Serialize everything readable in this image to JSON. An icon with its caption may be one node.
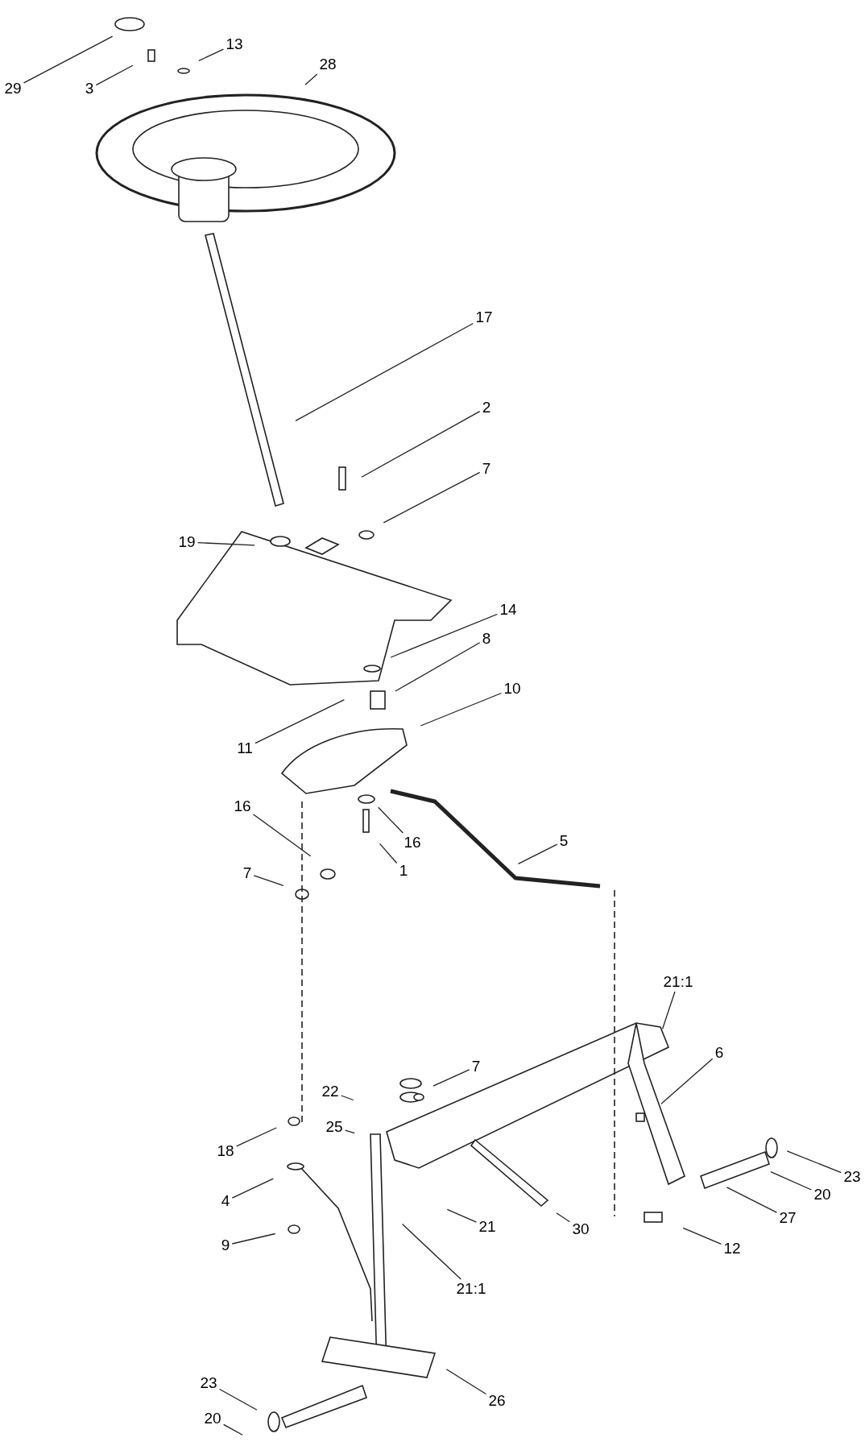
{
  "diagram": {
    "nodes": [
      {
        "text": [
          "29"
        ]
      },
      {
        "text": [
          "3"
        ]
      },
      {
        "text": [
          "13"
        ]
      },
      {
        "text": [
          "28"
        ]
      },
      {
        "text": [
          "17"
        ]
      },
      {
        "text": [
          "2"
        ]
      },
      {
        "text": [
          "7"
        ]
      },
      {
        "text": [
          "19"
        ]
      },
      {
        "text": [
          "14"
        ]
      },
      {
        "text": [
          "8"
        ]
      },
      {
        "text": [
          "10"
        ]
      },
      {
        "text": [
          "11"
        ]
      },
      {
        "text": [
          "16"
        ]
      },
      {
        "text": [
          "16"
        ]
      },
      {
        "text": [
          "7"
        ]
      },
      {
        "text": [
          "1"
        ]
      },
      {
        "text": [
          "5"
        ]
      },
      {
        "text": [
          "21:1"
        ]
      },
      {
        "text": [
          "6"
        ]
      },
      {
        "text": [
          "7"
        ]
      },
      {
        "text": [
          "22"
        ]
      },
      {
        "text": [
          "25"
        ]
      },
      {
        "text": [
          "18"
        ]
      },
      {
        "text": [
          "23"
        ]
      },
      {
        "text": [
          "20"
        ]
      },
      {
        "text": [
          "4"
        ]
      },
      {
        "text": [
          "21"
        ]
      },
      {
        "text": [
          "30"
        ]
      },
      {
        "text": [
          "27"
        ]
      },
      {
        "text": [
          "9"
        ]
      },
      {
        "text": [
          "12"
        ]
      },
      {
        "text": [
          "21:1"
        ]
      },
      {
        "text": [
          "26"
        ]
      },
      {
        "text": [
          "23"
        ]
      },
      {
        "text": [
          "20"
        ]
      }
    ],
    "edges": [
      {
        "from": 0,
        "to": null,
        "arrow": "none"
      },
      {
        "from": 1,
        "to": null,
        "arrow": "none"
      },
      {
        "from": 2,
        "to": null,
        "arrow": "none"
      },
      {
        "from": 3,
        "to": null,
        "arrow": "none"
      },
      {
        "from": 4,
        "to": null,
        "arrow": "none"
      },
      {
        "from": 5,
        "to": null,
        "arrow": "none"
      },
      {
        "from": 6,
        "to": null,
        "arrow": "none"
      },
      {
        "from": 7,
        "to": null,
        "arrow": "none"
      },
      {
        "from": 8,
        "to": null,
        "arrow": "none"
      },
      {
        "from": 9,
        "to": null,
        "arrow": "none"
      },
      {
        "from": 10,
        "to": null,
        "arrow": "none"
      },
      {
        "from": 11,
        "to": null,
        "arrow": "none"
      },
      {
        "from": 12,
        "to": null,
        "arrow": "none"
      },
      {
        "from": 13,
        "to": null,
        "arrow": "none"
      },
      {
        "from": 14,
        "to": null,
        "arrow": "none"
      },
      {
        "from": 15,
        "to": null,
        "arrow": "none"
      },
      {
        "from": 16,
        "to": null,
        "arrow": "none"
      },
      {
        "from": 17,
        "to": null,
        "arrow": "none"
      },
      {
        "from": 18,
        "to": null,
        "arrow": "none"
      },
      {
        "from": 19,
        "to": null,
        "arrow": "none"
      },
      {
        "from": 20,
        "to": null,
        "arrow": "none"
      },
      {
        "from": 21,
        "to": null,
        "arrow": "none"
      },
      {
        "from": 22,
        "to": null,
        "arrow": "none"
      },
      {
        "from": 23,
        "to": null,
        "arrow": "none"
      },
      {
        "from": 24,
        "to": null,
        "arrow": "none"
      },
      {
        "from": 25,
        "to": null,
        "arrow": "none"
      },
      {
        "from": 26,
        "to": null,
        "arrow": "none"
      },
      {
        "from": 27,
        "to": null,
        "arrow": "none"
      },
      {
        "from": 28,
        "to": null,
        "arrow": "none"
      },
      {
        "from": 29,
        "to": null,
        "arrow": "none"
      },
      {
        "from": 30,
        "to": null,
        "arrow": "none"
      },
      {
        "from": 31,
        "to": null,
        "arrow": "none"
      },
      {
        "from": 32,
        "to": null,
        "arrow": "none"
      },
      {
        "from": 33,
        "to": null,
        "arrow": "none"
      },
      {
        "from": 34,
        "to": null,
        "arrow": "none"
      }
    ]
  }
}
